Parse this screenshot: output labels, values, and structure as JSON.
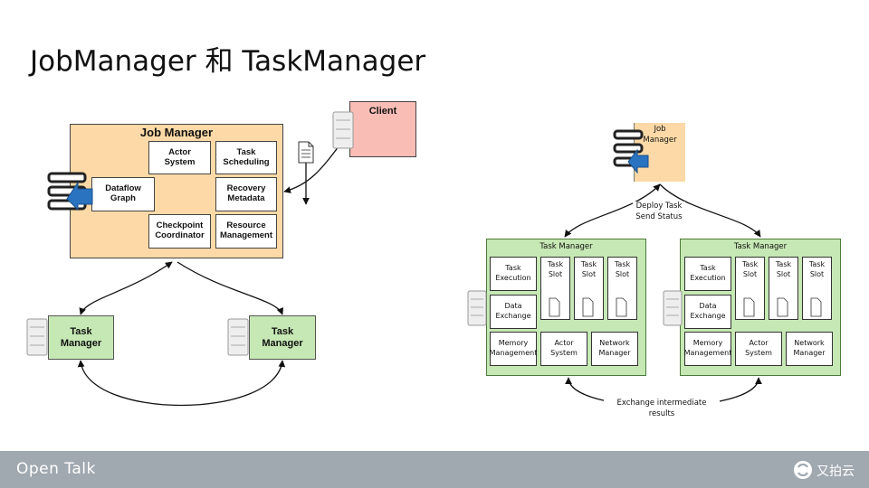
{
  "slide": {
    "title": "JobManager 和 TaskManager",
    "footer_brand": "Open Talk",
    "footer_logo_text": "又拍云"
  },
  "left_diagram": {
    "job_manager": {
      "title": "Job Manager",
      "components": {
        "actor_system": "Actor\nSystem",
        "task_scheduling": "Task\nScheduling",
        "dataflow_graph": "Dataflow\nGraph",
        "recovery_metadata": "Recovery\nMetadata",
        "checkpoint_coordinator": "Checkpoint\nCoordinator",
        "resource_management": "Resource\nManagement"
      }
    },
    "client": "Client",
    "task_managers": [
      "Task\nManager",
      "Task\nManager"
    ]
  },
  "right_diagram": {
    "job_manager": "Job\nManager",
    "deploy_label": "Deploy Task\nSend Status",
    "exchange_label": "Exchange intermediate results",
    "task_managers": [
      {
        "title": "Task Manager",
        "task_execution": "Task\nExecution",
        "data_exchange": "Data\nExchange",
        "slots": [
          "Task\nSlot",
          "Task\nSlot",
          "Task\nSlot"
        ],
        "memory_management": "Memory\nManagement",
        "actor_system": "Actor\nSystem",
        "network_manager": "Network\nManager"
      },
      {
        "title": "Task Manager",
        "task_execution": "Task\nExecution",
        "data_exchange": "Data\nExchange",
        "slots": [
          "Task\nSlot",
          "Task\nSlot",
          "Task\nSlot"
        ],
        "memory_management": "Memory\nManagement",
        "actor_system": "Actor\nSystem",
        "network_manager": "Network\nManager"
      }
    ]
  },
  "colors": {
    "job_manager_fill": "#fcd9a6",
    "task_manager_fill": "#c6e8b4",
    "client_fill": "#f9bdb6",
    "arrow_blue": "#2a73c0",
    "footer_bar": "#a0a8b0"
  }
}
